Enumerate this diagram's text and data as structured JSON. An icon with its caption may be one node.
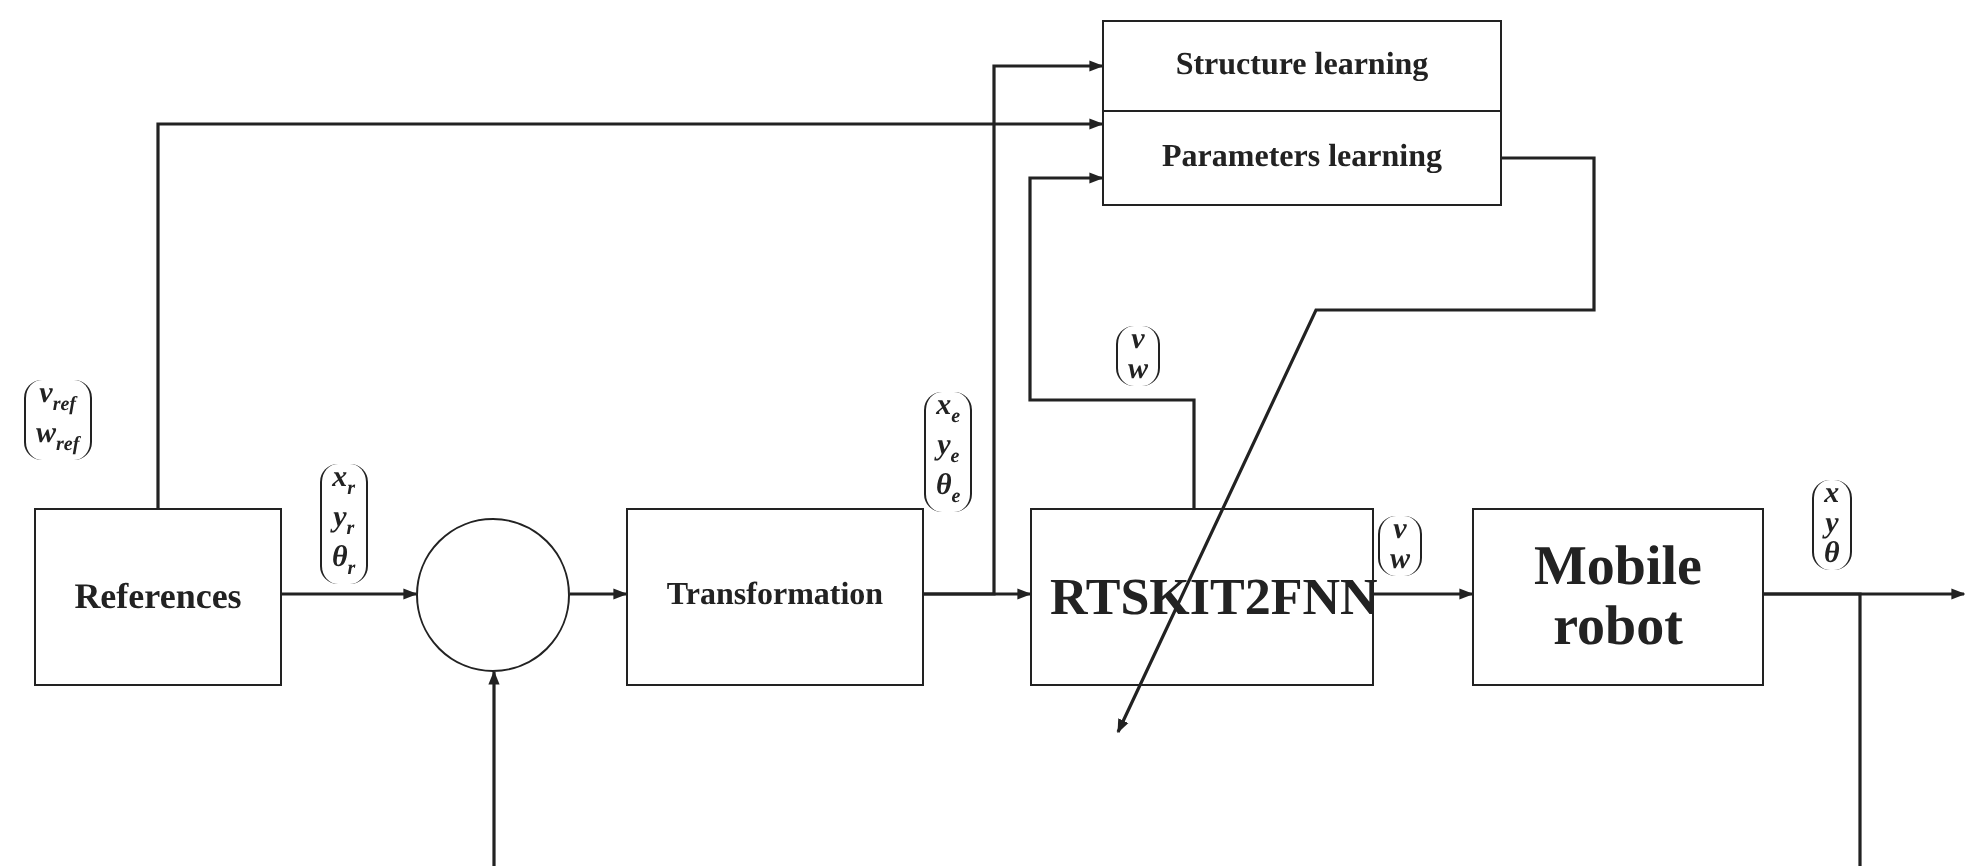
{
  "diagram": {
    "nodes": [
      {
        "text": [
          "References"
        ]
      },
      {
        "text": [],
        "shape": "circle"
      },
      {
        "text": [
          "Transformation"
        ]
      },
      {
        "text": [
          "Structure learning"
        ]
      },
      {
        "text": [
          "Parameters learning"
        ]
      },
      {
        "text": [
          "RTSKIT2FNN"
        ]
      },
      {
        "text": [
          "Mobile robot"
        ]
      }
    ],
    "edges": [
      {
        "from": 0,
        "to": 4,
        "arrow": "to",
        "label": "v$_{ref}$ w$_{ref}$"
      },
      {
        "from": 0,
        "to": 1,
        "arrow": "to",
        "label": "x$_{r}$ y$_{r}$ θ$_{r}$"
      },
      {
        "from": 1,
        "to": 2,
        "arrow": "to"
      },
      {
        "from": 2,
        "to": 5,
        "arrow": "to",
        "label": "x$_{e}$ y$_{e}$ θ$_{e}$"
      },
      {
        "from": 2,
        "to": 3,
        "arrow": "to"
      },
      {
        "from": 5,
        "to": 4,
        "arrow": "to",
        "label": "v w"
      },
      {
        "from": 5,
        "to": 6,
        "arrow": "to",
        "label": "v w"
      },
      {
        "from": 6,
        "to": null,
        "arrow": "to",
        "label": "x y θ"
      },
      {
        "from": 6,
        "to": null,
        "arrow": "none"
      },
      {
        "from": null,
        "to": 1,
        "arrow": "to"
      },
      {
        "from": 4,
        "to": 5,
        "arrow": "to"
      }
    ]
  }
}
